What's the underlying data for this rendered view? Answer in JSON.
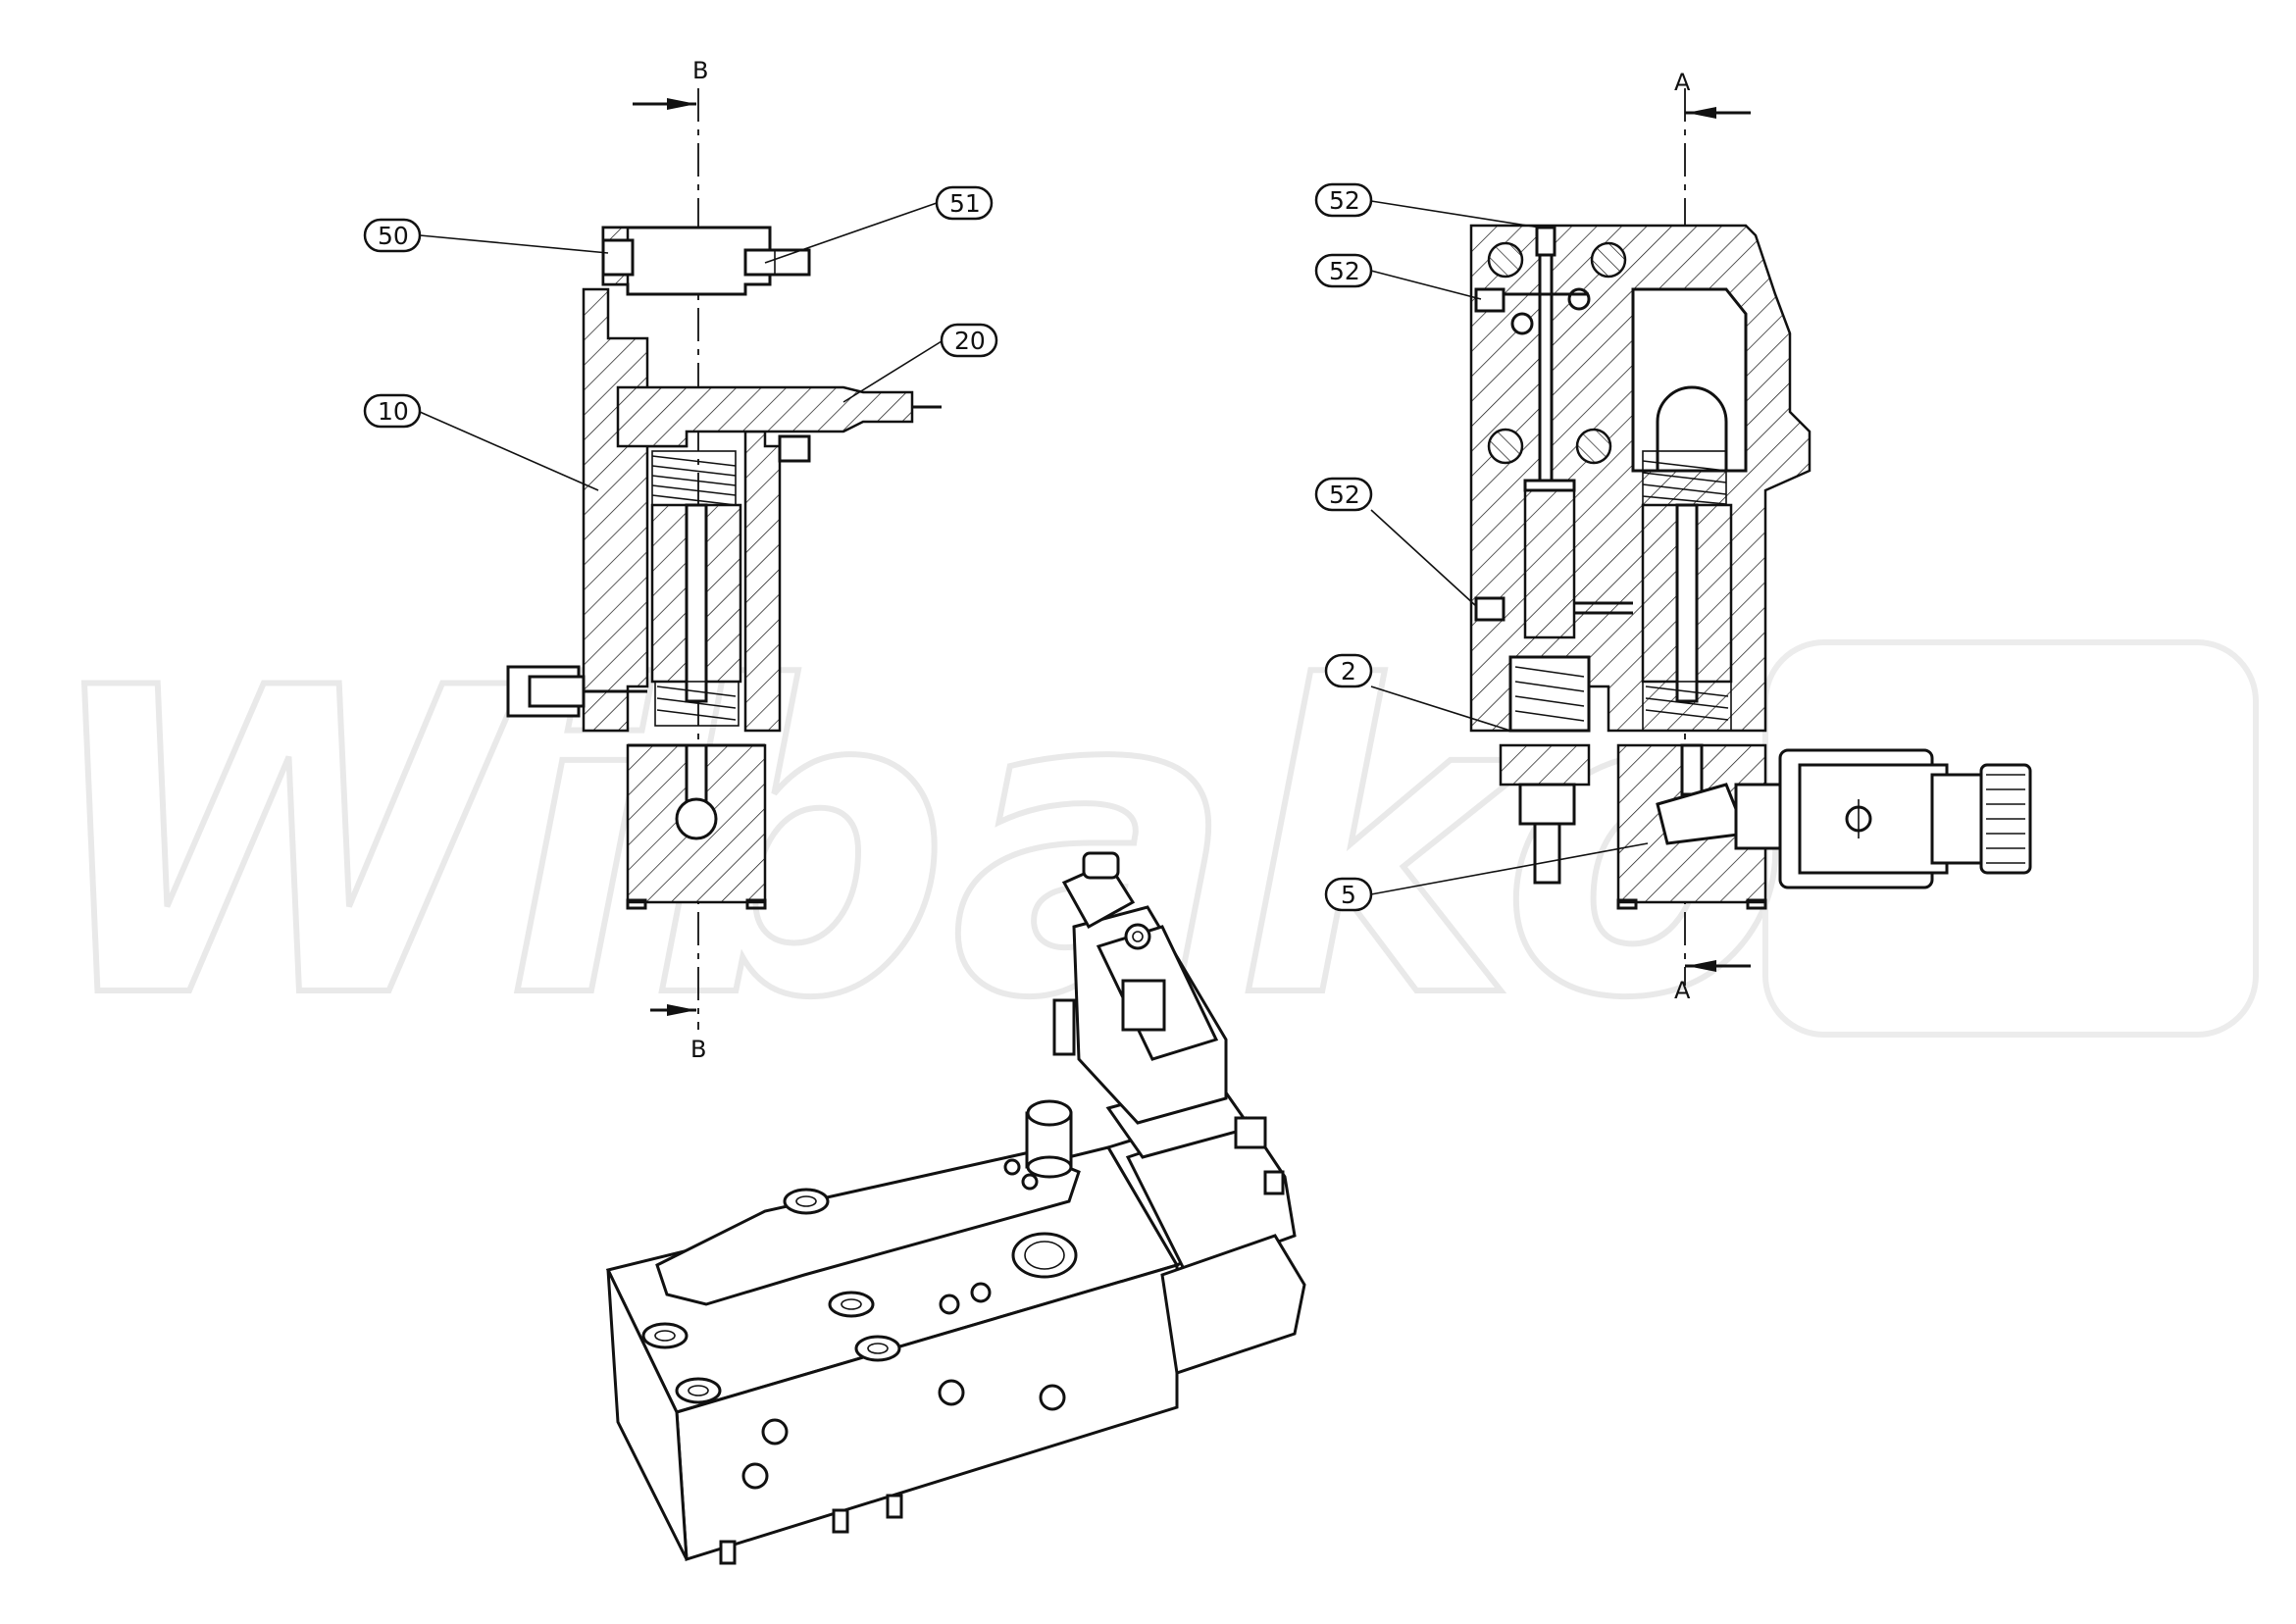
{
  "watermark": {
    "text": "Wibako"
  },
  "sections": {
    "b_top": "B",
    "b_bottom": "B",
    "a_top": "A",
    "a_bottom": "A"
  },
  "callouts": {
    "c50": "50",
    "c51": "51",
    "c20": "20",
    "c10": "10",
    "c52a": "52",
    "c52b": "52",
    "c52c": "52",
    "c2": "2",
    "c5": "5"
  },
  "colors": {
    "line": "#111111",
    "watermark": "#e9e9e9",
    "background": "#ffffff"
  }
}
